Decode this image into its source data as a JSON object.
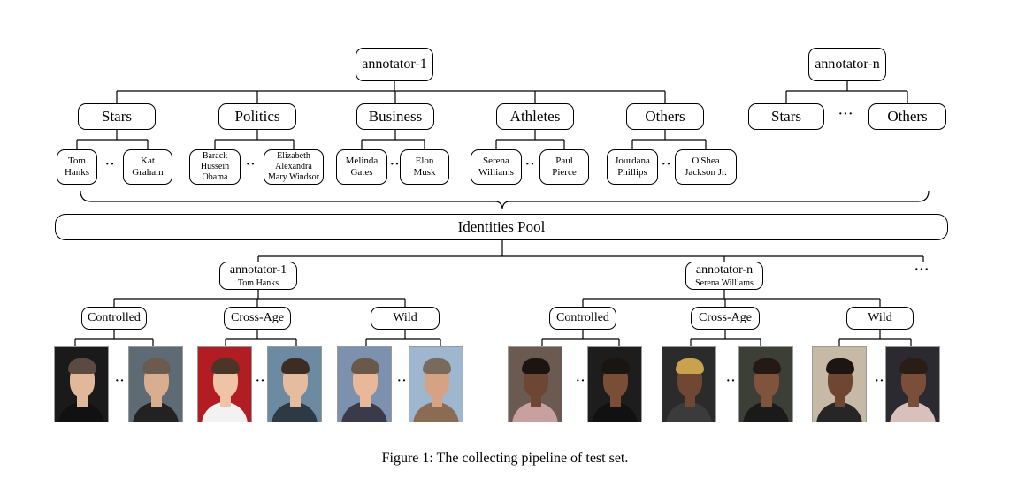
{
  "top": {
    "annotator_1": "annotator-1",
    "annotator_n": "annotator-n",
    "categories": [
      "Stars",
      "Politics",
      "Business",
      "Athletes",
      "Others"
    ],
    "categories_n": [
      "Stars",
      "Others"
    ],
    "ellipsis_n": "···",
    "pairs": [
      {
        "a": "Tom\nHanks",
        "b": "Kat\nGraham"
      },
      {
        "a": "Barack\nHussein\nObama",
        "b": "Elizabeth\nAlexandra\nMary Windsor"
      },
      {
        "a": "Melinda\nGates",
        "b": "Elon\nMusk"
      },
      {
        "a": "Serena\nWilliams",
        "b": "Paul\nPierce"
      },
      {
        "a": "Jourdana\nPhillips",
        "b": "O'Shea\nJackson Jr."
      }
    ],
    "pair_dots": "··"
  },
  "pool": {
    "label": "Identities Pool"
  },
  "bottom": {
    "groups": [
      {
        "annotator": "annotator-1",
        "identity": "Tom Hanks"
      },
      {
        "annotator": "annotator-n",
        "identity": "Serena Williams"
      }
    ],
    "more": "···",
    "conditions": [
      "Controlled",
      "Cross-Age",
      "Wild"
    ],
    "photo_dots": "··"
  },
  "colors": {
    "line": "#000000",
    "photo_bgs": [
      "#1a1a1a",
      "#5e6a74",
      "#b21d24",
      "#6d8aa3",
      "#7c91ad",
      "#9fb6cf",
      "#6b5a4f",
      "#1d1d1d",
      "#2b2b2b",
      "#3c3f36",
      "#c6b9a6",
      "#2a2a30"
    ]
  },
  "caption": "Figure 1: The collecting pipeline of test set."
}
